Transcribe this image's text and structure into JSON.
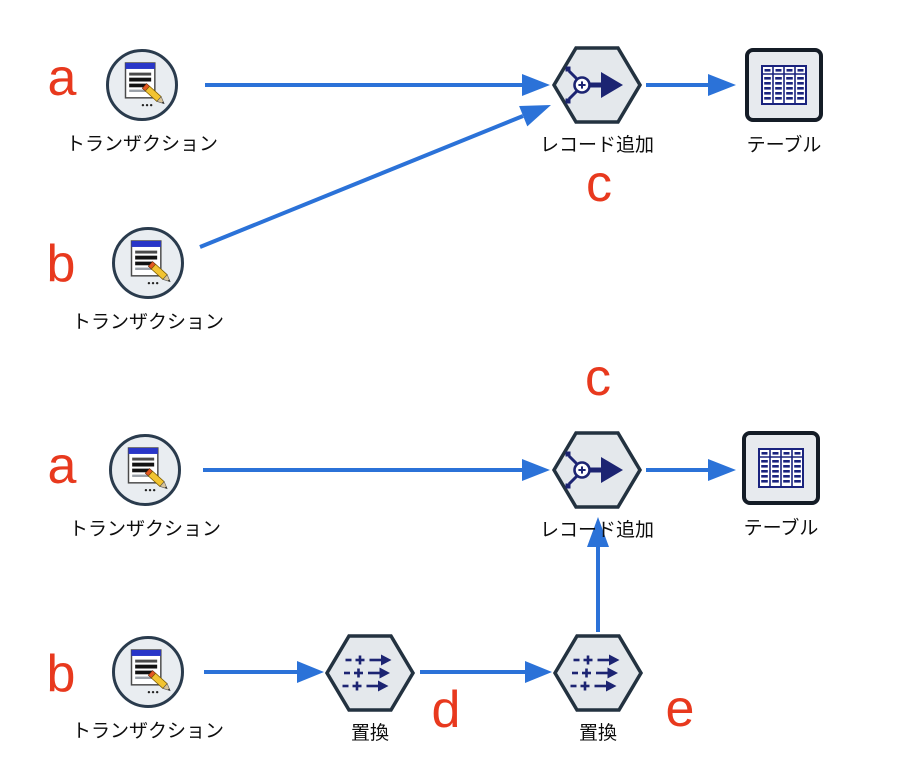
{
  "colors": {
    "connector_blue": "#2b72d8",
    "annotation_red": "#e8391e",
    "node_fill": "#e6eaee",
    "node_border": "#1f2d3d",
    "icon_navy": "#1c2472",
    "canvas_background": "#ffffff"
  },
  "icons": {
    "source": "document-edit-icon",
    "append": "append-records-icon",
    "filler": "replace-values-icon",
    "table": "table-grid-icon"
  },
  "top": {
    "source_a": {
      "label": "トランザクション",
      "tag": "a"
    },
    "source_b": {
      "label": "トランザクション",
      "tag": "b"
    },
    "append": {
      "label": "レコード追加",
      "tag": "c"
    },
    "table": {
      "label": "テーブル"
    }
  },
  "bottom": {
    "source_a": {
      "label": "トランザクション",
      "tag": "a"
    },
    "source_b": {
      "label": "トランザクション",
      "tag": "b"
    },
    "filler_d": {
      "label": "置換",
      "tag": "d"
    },
    "filler_e": {
      "label": "置換",
      "tag": "e"
    },
    "append": {
      "label": "レコード追加",
      "tag": "c"
    },
    "table": {
      "label": "テーブル"
    }
  }
}
